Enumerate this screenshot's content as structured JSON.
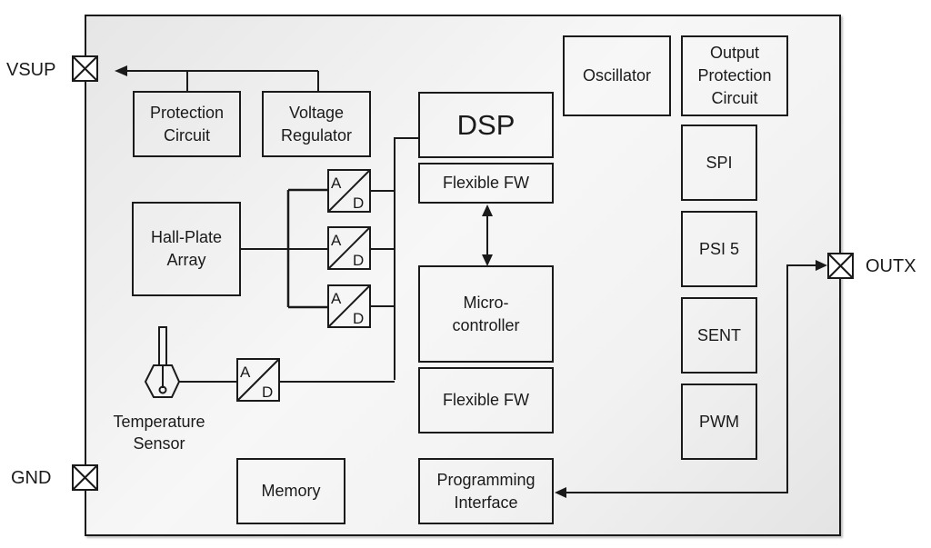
{
  "diagram": {
    "pins": {
      "vsup": "VSUP",
      "gnd": "GND",
      "outx": "OUTX"
    },
    "blocks": {
      "protection_circuit": "Protection\nCircuit",
      "voltage_regulator": "Voltage\nRegulator",
      "dsp": "DSP",
      "flexible_fw_top": "Flexible FW",
      "microcontroller": "Micro-\ncontroller",
      "flexible_fw_bottom": "Flexible FW",
      "programming_interface": "Programming\nInterface",
      "memory": "Memory",
      "hall_plate_array": "Hall-Plate\nArray",
      "oscillator": "Oscillator",
      "output_protection_circuit": "Output\nProtection\nCircuit",
      "spi": "SPI",
      "psi5": "PSI 5",
      "sent": "SENT",
      "pwm": "PWM"
    },
    "temperature_sensor_label": "Temperature\nSensor",
    "adc": {
      "a_label": "A",
      "d_label": "D"
    }
  }
}
